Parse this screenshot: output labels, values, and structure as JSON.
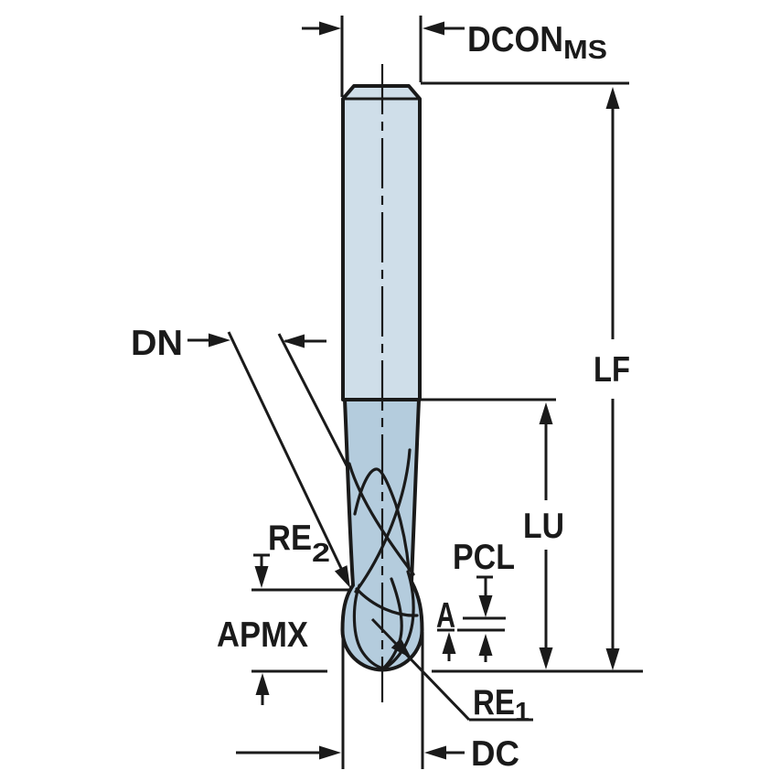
{
  "diagram": {
    "title": "ball-nose-end-mill-dimension-drawing",
    "colors": {
      "background": "#ffffff",
      "outline": "#1a1a1a",
      "shank_fill": "#cfdee9",
      "flute_fill": "#b4ccdd"
    },
    "labels": {
      "dcon": {
        "main": "DCON",
        "sub": "MS"
      },
      "lf": {
        "main": "LF"
      },
      "dn": {
        "main": "DN"
      },
      "lu": {
        "main": "LU"
      },
      "re2": {
        "main": "RE",
        "sub": "2"
      },
      "pcl": {
        "main": "PCL"
      },
      "a": {
        "main": "A"
      },
      "apmx": {
        "main": "APMX"
      },
      "re1": {
        "main": "RE",
        "sub": "1"
      },
      "dc": {
        "main": "DC"
      }
    }
  }
}
